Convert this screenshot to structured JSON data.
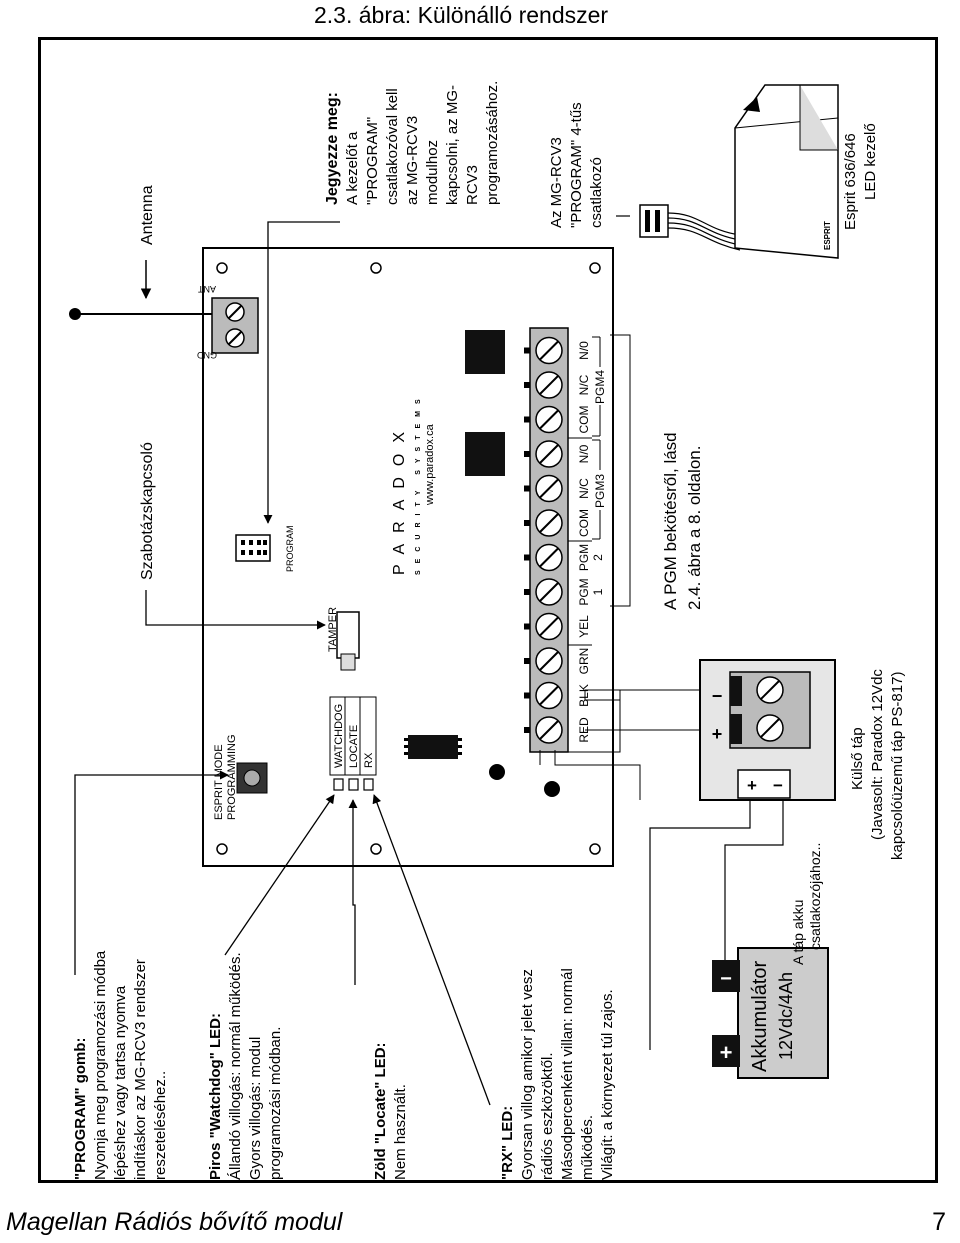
{
  "figure_title": "2.3. ábra: Különálló rendszer",
  "footer": {
    "manual_title": "Magellan Rádiós bővítő modul",
    "page_number": "7"
  },
  "notes": {
    "program_title_a": "\"PROGRAM\" gomb:",
    "program_lines": [
      "Nyomja meg programozási módba",
      "lépéshez vagy tartsa nyomva",
      "indításkor az MG-RCV3 rendszer",
      "reszeteléséhez.."
    ],
    "watchdog_title": "Piros \"Watchdog\" LED:",
    "watchdog_lines": [
      "Állandó villogás: normál működés.",
      "Gyors villogás: modul",
      "programozási módban."
    ],
    "locate_title": "Zöld \"Locate\" LED:",
    "locate_lines": [
      "Nem használt."
    ],
    "rx_title": "\"RX\" LED:",
    "rx_lines": [
      "Gyorsan villog amikor jelet vesz",
      "rádiós eszközöktől.",
      "Másodpercenként villan: normál",
      "működés.",
      "Világít: a környezet túl zajos."
    ]
  },
  "battery": {
    "label": "Akkumulátor",
    "spec": "12Vdc/4Ah",
    "plus": "+",
    "minus": "−",
    "note_lines": [
      "A táp akku",
      "csatlakozójához.."
    ]
  },
  "power": {
    "title": "Külső táp",
    "note_lines": [
      "(Javasolt: Paradox 12Vdc",
      "kapcsolóüzemű táp PS-817)"
    ],
    "plus": "+",
    "minus": "−"
  },
  "board": {
    "esprit_lines": [
      "ESPRIT MODE",
      "PROGRAMMING"
    ],
    "leds": [
      "WATCHDOG",
      "LOCATE",
      "RX"
    ],
    "tamper": "TAMPER",
    "program": "PROGRAM",
    "brand": "PARADOX",
    "brand_sub": "SECURITY SYSTEMS",
    "url": "www.paradox.ca",
    "terminals": [
      "RED",
      "BLK",
      "GRN",
      "YEL",
      "PGM 1",
      "PGM 2",
      "COM",
      "N/C",
      "N/0",
      "COM",
      "N/C",
      "N/0"
    ],
    "pgm3": "PGM3",
    "pgm4": "PGM4",
    "ant": "ANT",
    "gnd": "GND"
  },
  "labels": {
    "tamper_switch": "Szabotázskapcsoló",
    "antenna": "Antenna",
    "pgm_ref_lines": [
      "A PGM bekötésről, lásd",
      "2.4. ábra a 8. oldalon."
    ],
    "jegyezze_title": "Jegyezze meg:",
    "jegyezze_lines": [
      "A kezelőt a",
      "\"PROGRAM\"",
      "csatlakozóval kell",
      "az MG-RCV3",
      "modulhoz",
      "kapcsolni, az MG-",
      "RCV3",
      "programozásához."
    ],
    "connector_lines": [
      "Az MG-RCV3",
      "\"PROGRAM\" 4-tűs",
      "csatlakozó"
    ],
    "keypad_lines": [
      "Esprit 636/646",
      "LED kezelő"
    ],
    "keypad_brand": "ESPRIT"
  }
}
